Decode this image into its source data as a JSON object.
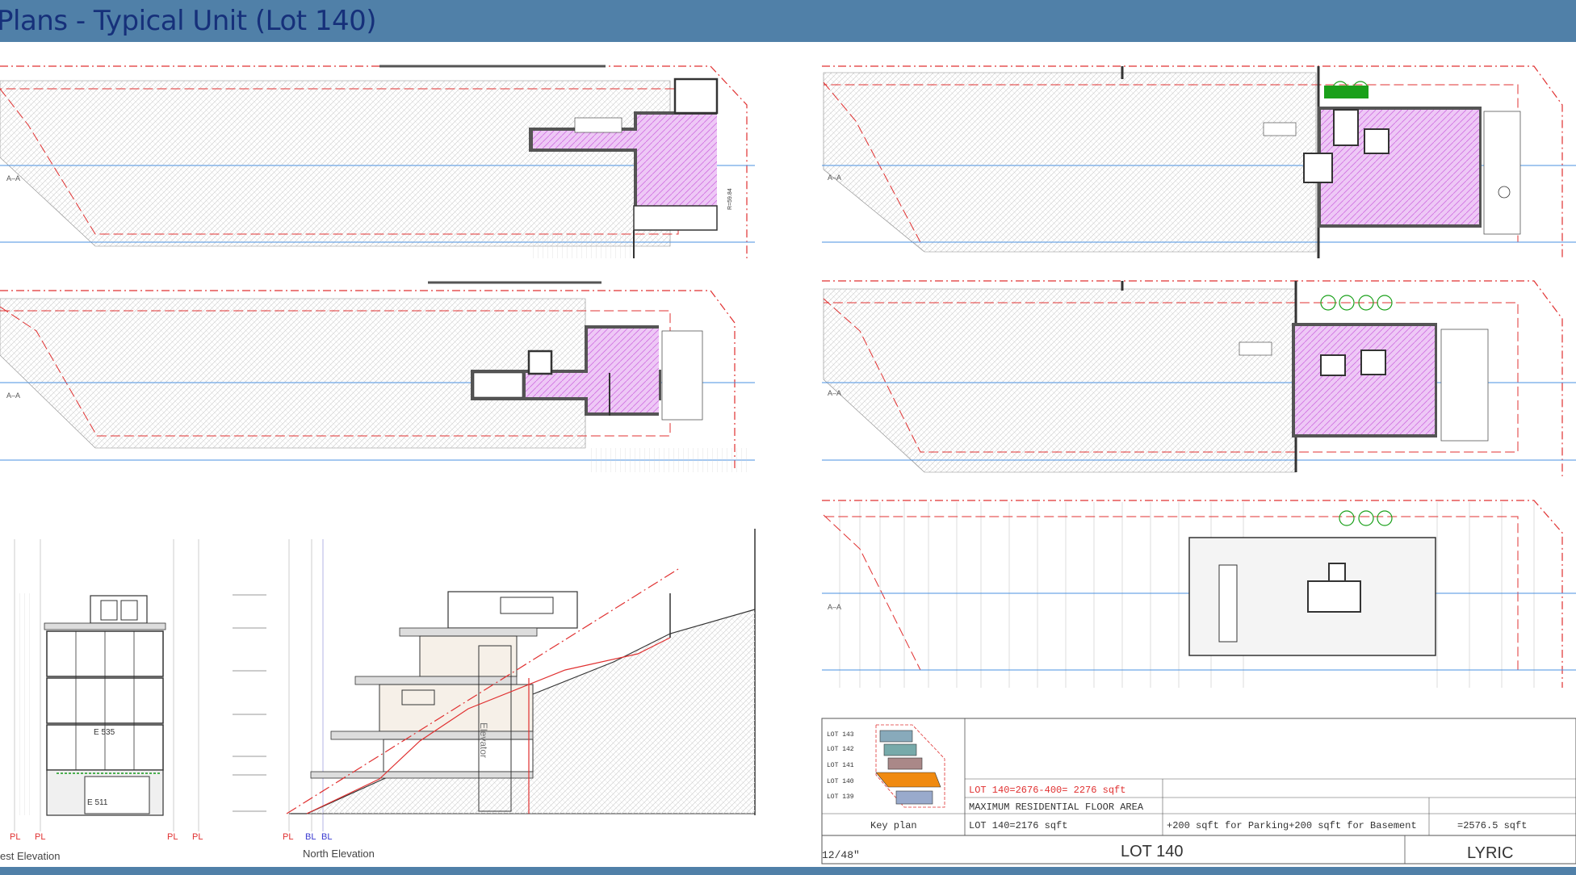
{
  "header": {
    "title": "Plans - Typical Unit (Lot 140)"
  },
  "colors": {
    "header_bg": "#5080a8",
    "title_text": "#16307a",
    "setback_red": "#e03030",
    "room_fill": "#e8b8f0",
    "grid_blue": "#4a90e0"
  },
  "plans": {
    "section_marker": "A–A"
  },
  "elevations": {
    "west_label": "est Elevation",
    "north_label": "North Elevation",
    "elevator_label": "Elevator",
    "marker_e535": "E 535",
    "marker_e511": "E 511",
    "pl": "PL",
    "bl": "BL"
  },
  "title_block": {
    "key_plan_label": "Key plan",
    "lots": [
      "LOT 143",
      "LOT 142",
      "LOT 141",
      "LOT 140",
      "LOT 139"
    ],
    "area_calc": "LOT 140=2676-400= 2276 sqft",
    "max_area_label": "MAXIMUM RESIDENTIAL FLOOR AREA",
    "lot_area": "LOT 140=2176 sqft",
    "parking_basement": "+200 sqft for Parking+200 sqft for Basement",
    "total": "=2576.5 sqft",
    "sheet_no": "12/48\"",
    "lot_name": "LOT 140",
    "project": "LYRIC"
  }
}
